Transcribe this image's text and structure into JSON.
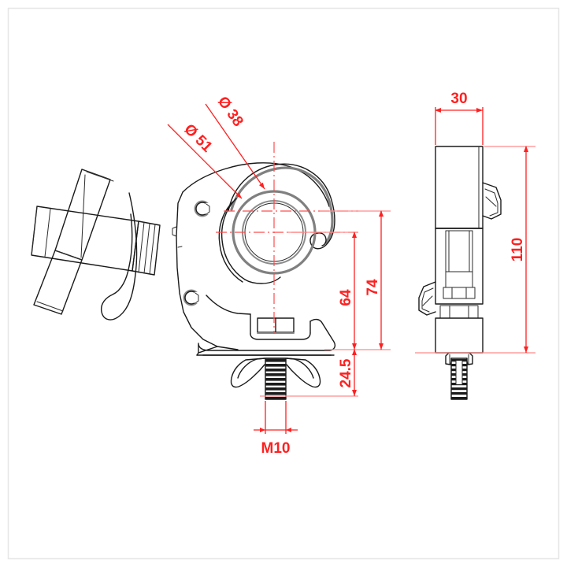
{
  "document": {
    "type": "technical-drawing",
    "title": "Truss Clamp Dimensioned Drawing",
    "views": [
      "side-view",
      "front-view"
    ],
    "background_color": "#ffffff",
    "frame_color": "#e6e6e6",
    "dimension_color": "#ff2020",
    "outline_color": "#1a1a1a",
    "shading_color": "#808080"
  },
  "dimensions": {
    "bore_outer": {
      "label": "Ø 51",
      "value": 51,
      "unit": "mm",
      "name": "outer-clamp-diameter"
    },
    "bore_inner": {
      "label": "Ø 38",
      "value": 38,
      "unit": "mm",
      "name": "inner-tube-diameter"
    },
    "height_64": {
      "label": "64",
      "value": 64,
      "unit": "mm",
      "name": "clamp-centre-to-base-height"
    },
    "height_74": {
      "label": "74",
      "value": 74,
      "unit": "mm",
      "name": "overall-clamp-height"
    },
    "height_24_5": {
      "label": "24.5",
      "value": 24.5,
      "unit": "mm",
      "name": "bolt-projection-length"
    },
    "thread_m10": {
      "label": "M10",
      "value": "M10",
      "unit": "",
      "name": "bolt-thread-size"
    },
    "width_30": {
      "label": "30",
      "value": 30,
      "unit": "mm",
      "name": "front-view-body-width"
    },
    "height_110": {
      "label": "110",
      "value": 110,
      "unit": "mm",
      "name": "front-view-overall-height"
    }
  }
}
